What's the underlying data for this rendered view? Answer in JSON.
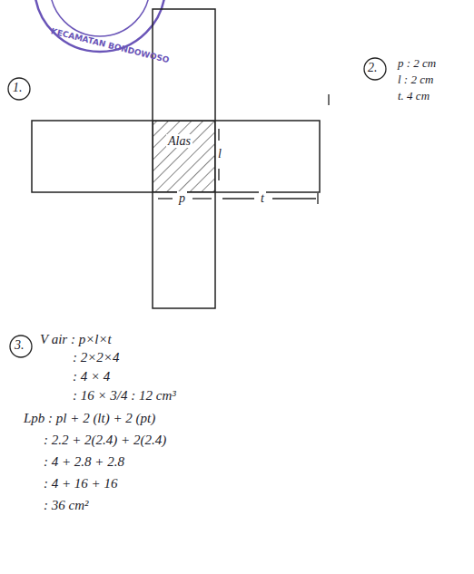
{
  "diagram": {
    "nodes": [
      {
        "text": [
          "Alas"
        ]
      }
    ],
    "labels": [
      "KECAMATAN BONDOWOSO",
      "1.",
      "2.",
      "p : 2 cm",
      "l : 2 cm",
      "t. 4 cm",
      "l",
      "p",
      "t",
      "3.",
      "V air : p×l×t",
      ": 2×2×4",
      ": 4 × 4",
      ": 16 × 3/4 : 12 cm³",
      "Lpb : pl + 2 (lt) + 2 (pt)",
      ": 2.2 + 2(2.4) + 2(2.4)",
      ": 4 + 2.8 + 2.8",
      ": 4 + 16 + 16",
      ": 36 cm²"
    ]
  }
}
